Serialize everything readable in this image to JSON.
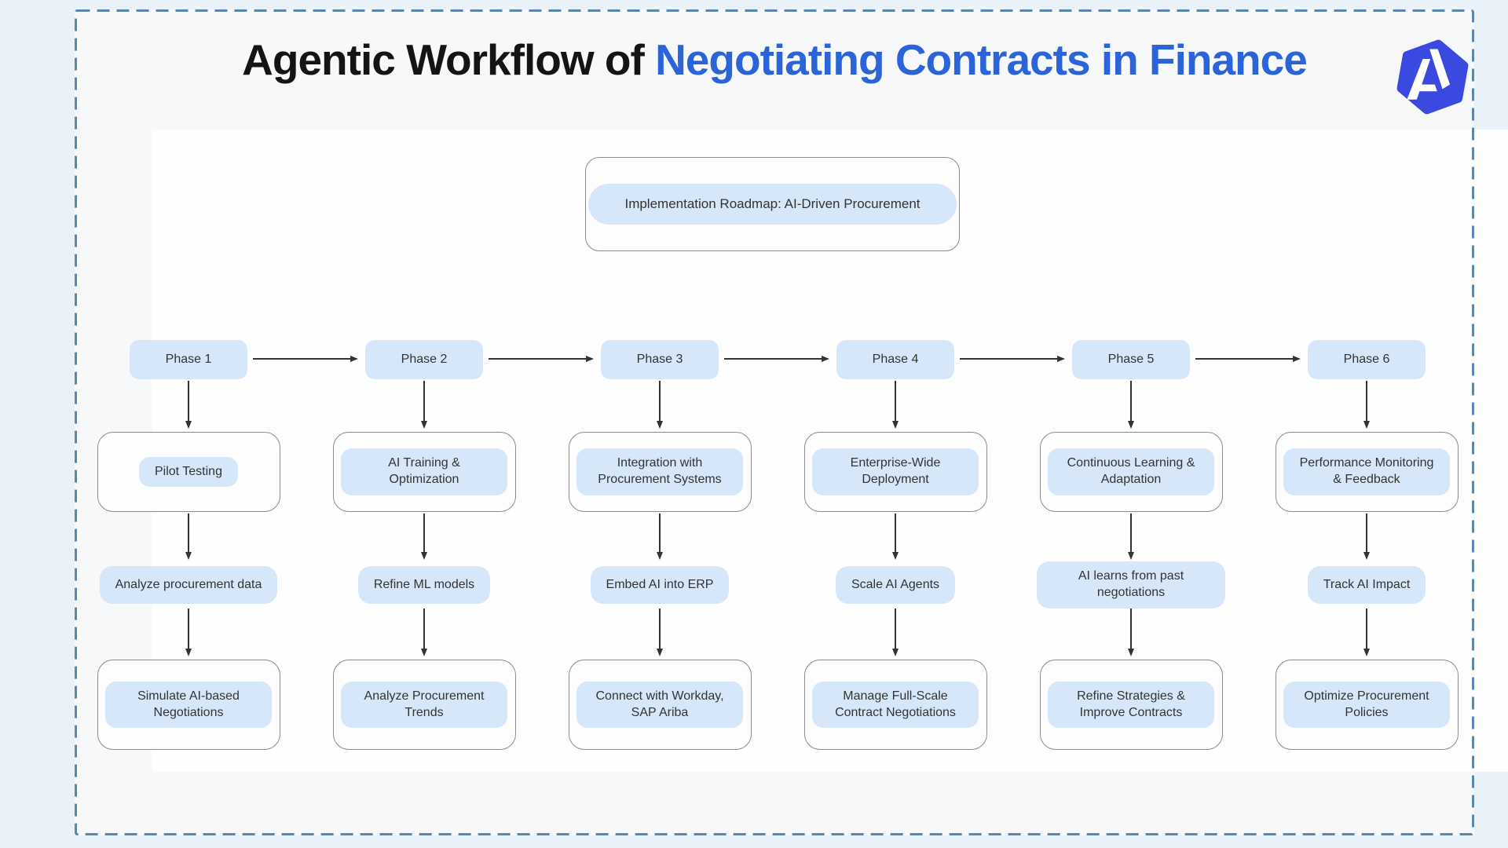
{
  "header": {
    "title_prefix": "Agentic Workflow of",
    "title_highlight": "Negotiating Contracts in Finance",
    "logo_letter": "A"
  },
  "roadmap": {
    "label": "Implementation Roadmap: AI-Driven Procurement"
  },
  "columns": [
    {
      "phase": "Phase 1",
      "step1": "Pilot Testing",
      "step2": "Analyze procurement data",
      "step3": "Simulate AI-based Negotiations"
    },
    {
      "phase": "Phase 2",
      "step1": "AI Training & Optimization",
      "step2": "Refine ML models",
      "step3": "Analyze Procurement Trends"
    },
    {
      "phase": "Phase 3",
      "step1": "Integration with Procurement Systems",
      "step2": "Embed AI into ERP",
      "step3": "Connect with Workday, SAP Ariba"
    },
    {
      "phase": "Phase 4",
      "step1": "Enterprise-Wide Deployment",
      "step2": "Scale AI Agents",
      "step3": "Manage Full-Scale Contract Negotiations"
    },
    {
      "phase": "Phase 5",
      "step1": "Continuous Learning & Adaptation",
      "step2": "AI learns from past negotiations",
      "step3": "Refine Strategies & Improve Contracts"
    },
    {
      "phase": "Phase 6",
      "step1": "Performance Monitoring & Feedback",
      "step2": "Track AI Impact",
      "step3": "Optimize Procurement Policies"
    }
  ],
  "colors": {
    "page_background": "#e9f2f9",
    "card_background": "#f7f8fa",
    "canvas_background": "#fefefe",
    "dashed_border": "#5b86ad",
    "node_pill_blue": "#d5e7f8",
    "title_accent_blue": "#2b63d9",
    "logo_blue": "#3a4ae1",
    "arrow_color": "#333333"
  }
}
